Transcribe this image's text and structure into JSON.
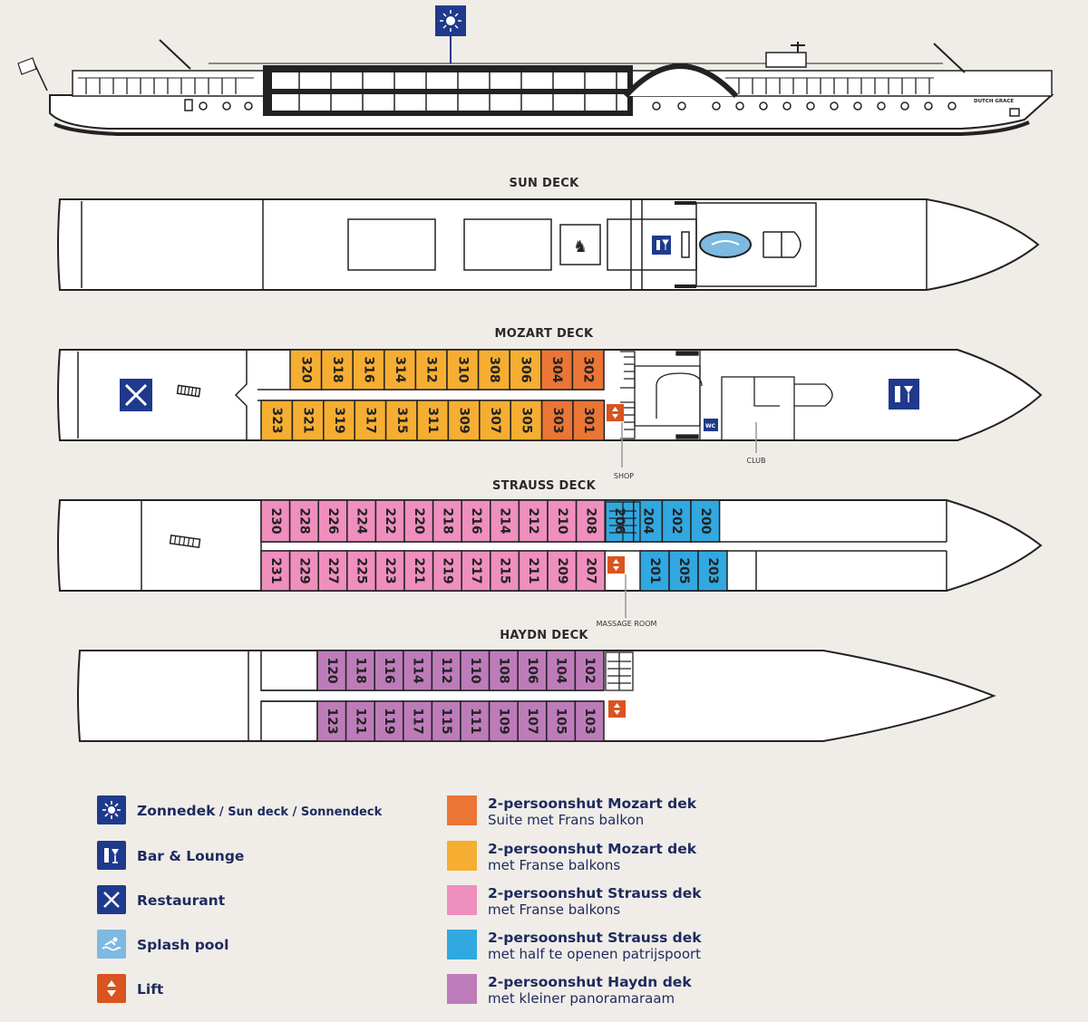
{
  "ship": {
    "name_plate": "DUTCH GRACE"
  },
  "decks": {
    "sun": {
      "title": "SUN DECK"
    },
    "mozart": {
      "title": "MOZART DECK",
      "top": [
        "320",
        "318",
        "316",
        "314",
        "312",
        "310",
        "308",
        "306",
        "304",
        "302"
      ],
      "bottom": [
        "323",
        "321",
        "319",
        "317",
        "315",
        "311",
        "309",
        "307",
        "305",
        "303",
        "301"
      ],
      "top_types": [
        "mf",
        "mf",
        "mf",
        "mf",
        "mf",
        "mf",
        "mf",
        "mf",
        "ms",
        "ms"
      ],
      "bottom_types": [
        "mf",
        "mf",
        "mf",
        "mf",
        "mf",
        "mf",
        "mf",
        "mf",
        "mf",
        "ms",
        "ms"
      ],
      "labels": {
        "shop": "SHOP",
        "club": "CLUB",
        "wc": "WC"
      }
    },
    "strauss": {
      "title": "STRAUSS DECK",
      "top": [
        "230",
        "228",
        "226",
        "224",
        "222",
        "220",
        "218",
        "216",
        "214",
        "212",
        "210",
        "208",
        "206",
        "204",
        "202",
        "200"
      ],
      "bottom": [
        "231",
        "229",
        "227",
        "225",
        "223",
        "221",
        "219",
        "217",
        "215",
        "211",
        "209",
        "207",
        "201",
        "205",
        "203"
      ],
      "top_types": [
        "sf",
        "sf",
        "sf",
        "sf",
        "sf",
        "sf",
        "sf",
        "sf",
        "sf",
        "sf",
        "sf",
        "sf",
        "sh",
        "sh",
        "sh",
        "sh"
      ],
      "bottom_types": [
        "sf",
        "sf",
        "sf",
        "sf",
        "sf",
        "sf",
        "sf",
        "sf",
        "sf",
        "sf",
        "sf",
        "sf",
        "sh",
        "sh",
        "sh"
      ],
      "labels": {
        "massage": "MASSAGE ROOM"
      }
    },
    "haydn": {
      "title": "HAYDN DECK",
      "top": [
        "120",
        "118",
        "116",
        "114",
        "112",
        "110",
        "108",
        "106",
        "104",
        "102"
      ],
      "bottom": [
        "123",
        "121",
        "119",
        "117",
        "115",
        "111",
        "109",
        "107",
        "105",
        "103"
      ]
    }
  },
  "colors": {
    "ms": "#ea7535",
    "mf": "#f6ae32",
    "sf": "#ef8fbd",
    "sh": "#31a8e0",
    "hp": "#bd7cb9",
    "navy": "#1f3a8c",
    "lift": "#d9541e",
    "pool": "#7db9e0"
  },
  "legend": {
    "icons": [
      {
        "icon": "sun-icon",
        "label": "Zonnedek",
        "sub": " / Sun deck / Sonnendeck"
      },
      {
        "icon": "bar-icon",
        "label": "Bar & Lounge",
        "sub": ""
      },
      {
        "icon": "restaurant-icon",
        "label": "Restaurant",
        "sub": ""
      },
      {
        "icon": "pool-icon",
        "label": "Splash pool",
        "sub": ""
      },
      {
        "icon": "lift-icon",
        "label": "Lift",
        "sub": ""
      }
    ],
    "cabins": [
      {
        "color": "#ea7535",
        "line1": "2-persoonshut Mozart dek",
        "line2": "Suite met Frans balkon"
      },
      {
        "color": "#f6ae32",
        "line1": "2-persoonshut Mozart dek",
        "line2": "met Franse balkons"
      },
      {
        "color": "#ef8fbd",
        "line1": "2-persoonshut Strauss dek",
        "line2": "met Franse balkons"
      },
      {
        "color": "#31a8e0",
        "line1": "2-persoonshut Strauss dek",
        "line2": "met half te openen patrijspoort"
      },
      {
        "color": "#bd7cb9",
        "line1": "2-persoonshut Haydn dek",
        "line2": "met kleiner panoramaraam"
      }
    ]
  }
}
